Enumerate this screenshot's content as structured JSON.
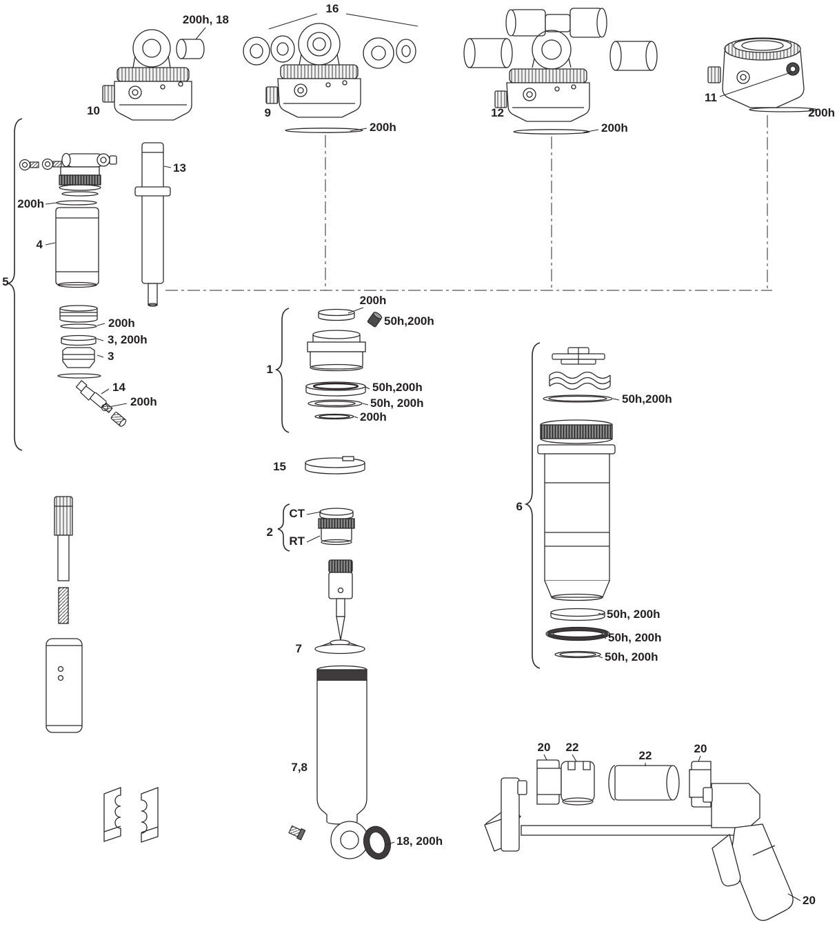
{
  "diagram": {
    "colors": {
      "line": "#231f20",
      "background": "#ffffff"
    },
    "labels": {
      "bushing_200h_18": "200h, 18",
      "bearings_16": "16",
      "part_10": "10",
      "part_9": "9",
      "seal_200h_a": "200h",
      "part_12": "12",
      "seal_200h_b": "200h",
      "part_11": "11",
      "seal_200h_c": "200h",
      "part_13": "13",
      "seal_200h_d": "200h",
      "part_4": "4",
      "part_5": "5",
      "seal_200h_e": "200h",
      "seal_3_200h": "3, 200h",
      "part_3": "3",
      "part_14": "14",
      "seal_200h_f": "200h",
      "seal_200h_g": "200h",
      "seal_50h_200h_a": "50h,200h",
      "part_1": "1",
      "seal_50h_200h_b": "50h,200h",
      "seal_50h_200h_c": "50h, 200h",
      "seal_200h_h": "200h",
      "part_15": "15",
      "tune_ct": "CT",
      "part_2": "2",
      "tune_rt": "RT",
      "part_7": "7",
      "part_7_8": "7,8",
      "bushing_18_200h": "18, 200h",
      "seal_50h_200h_d": "50h,200h",
      "part_6": "6",
      "seal_50h_200h_e": "50h, 200h",
      "seal_50h_200h_f": "50h, 200h",
      "seal_50h_200h_g": "50h, 200h",
      "tool_20_a": "20",
      "tool_22_a": "22",
      "tool_22_b": "22",
      "tool_20_b": "20",
      "tool_20_c": "20"
    }
  }
}
